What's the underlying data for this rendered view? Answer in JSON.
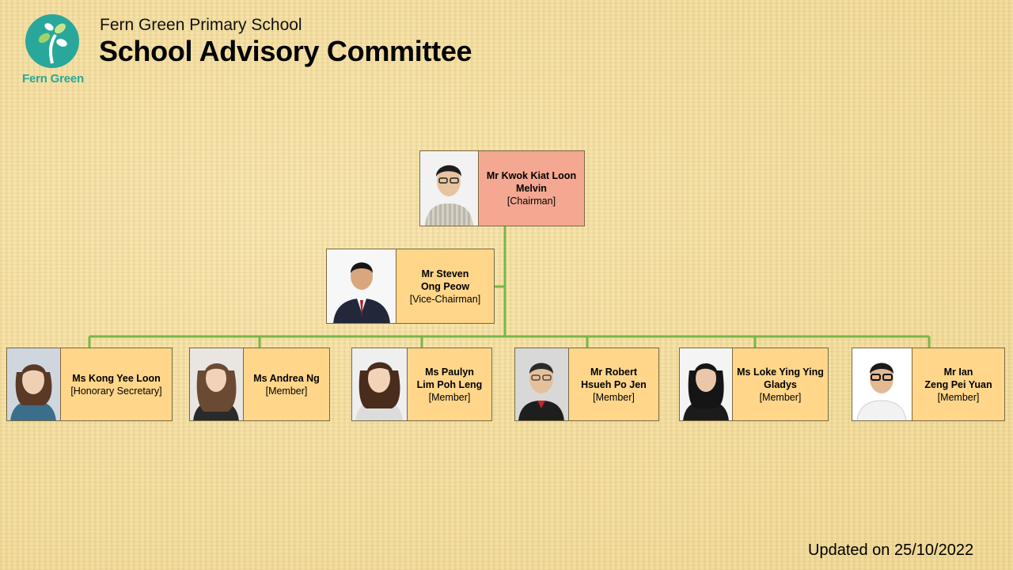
{
  "header": {
    "school_name": "Fern Green Primary School",
    "title": "School Advisory Committee",
    "logo_text": "Fern Green"
  },
  "footer": {
    "updated": "Updated on 25/10/2022"
  },
  "colors": {
    "connector": "#7ab648",
    "chair_card": "#f4a891",
    "member_card": "#ffd68a",
    "logo_teal": "#2aa79b"
  },
  "chairman": {
    "name_line1": "Mr Kwok Kiat Loon",
    "name_line2": "Melvin",
    "role": "[Chairman]"
  },
  "vice_chairman": {
    "name_line1": "Mr Steven",
    "name_line2": "Ong Peow",
    "role": "[Vice-Chairman]"
  },
  "members": [
    {
      "name_line1": "Ms Kong Yee Loon",
      "name_line2": "",
      "role": "[Honorary Secretary]"
    },
    {
      "name_line1": "Ms Andrea Ng",
      "name_line2": "",
      "role": "[Member]"
    },
    {
      "name_line1": "Ms Paulyn",
      "name_line2": "Lim Poh Leng",
      "role": "[Member]"
    },
    {
      "name_line1": "Mr Robert",
      "name_line2": "Hsueh Po Jen",
      "role": "[Member]"
    },
    {
      "name_line1": "Ms Loke Ying Ying",
      "name_line2": "Gladys",
      "role": "[Member]"
    },
    {
      "name_line1": "Mr Ian",
      "name_line2": "Zeng Pei Yuan",
      "role": "[Member]"
    }
  ]
}
